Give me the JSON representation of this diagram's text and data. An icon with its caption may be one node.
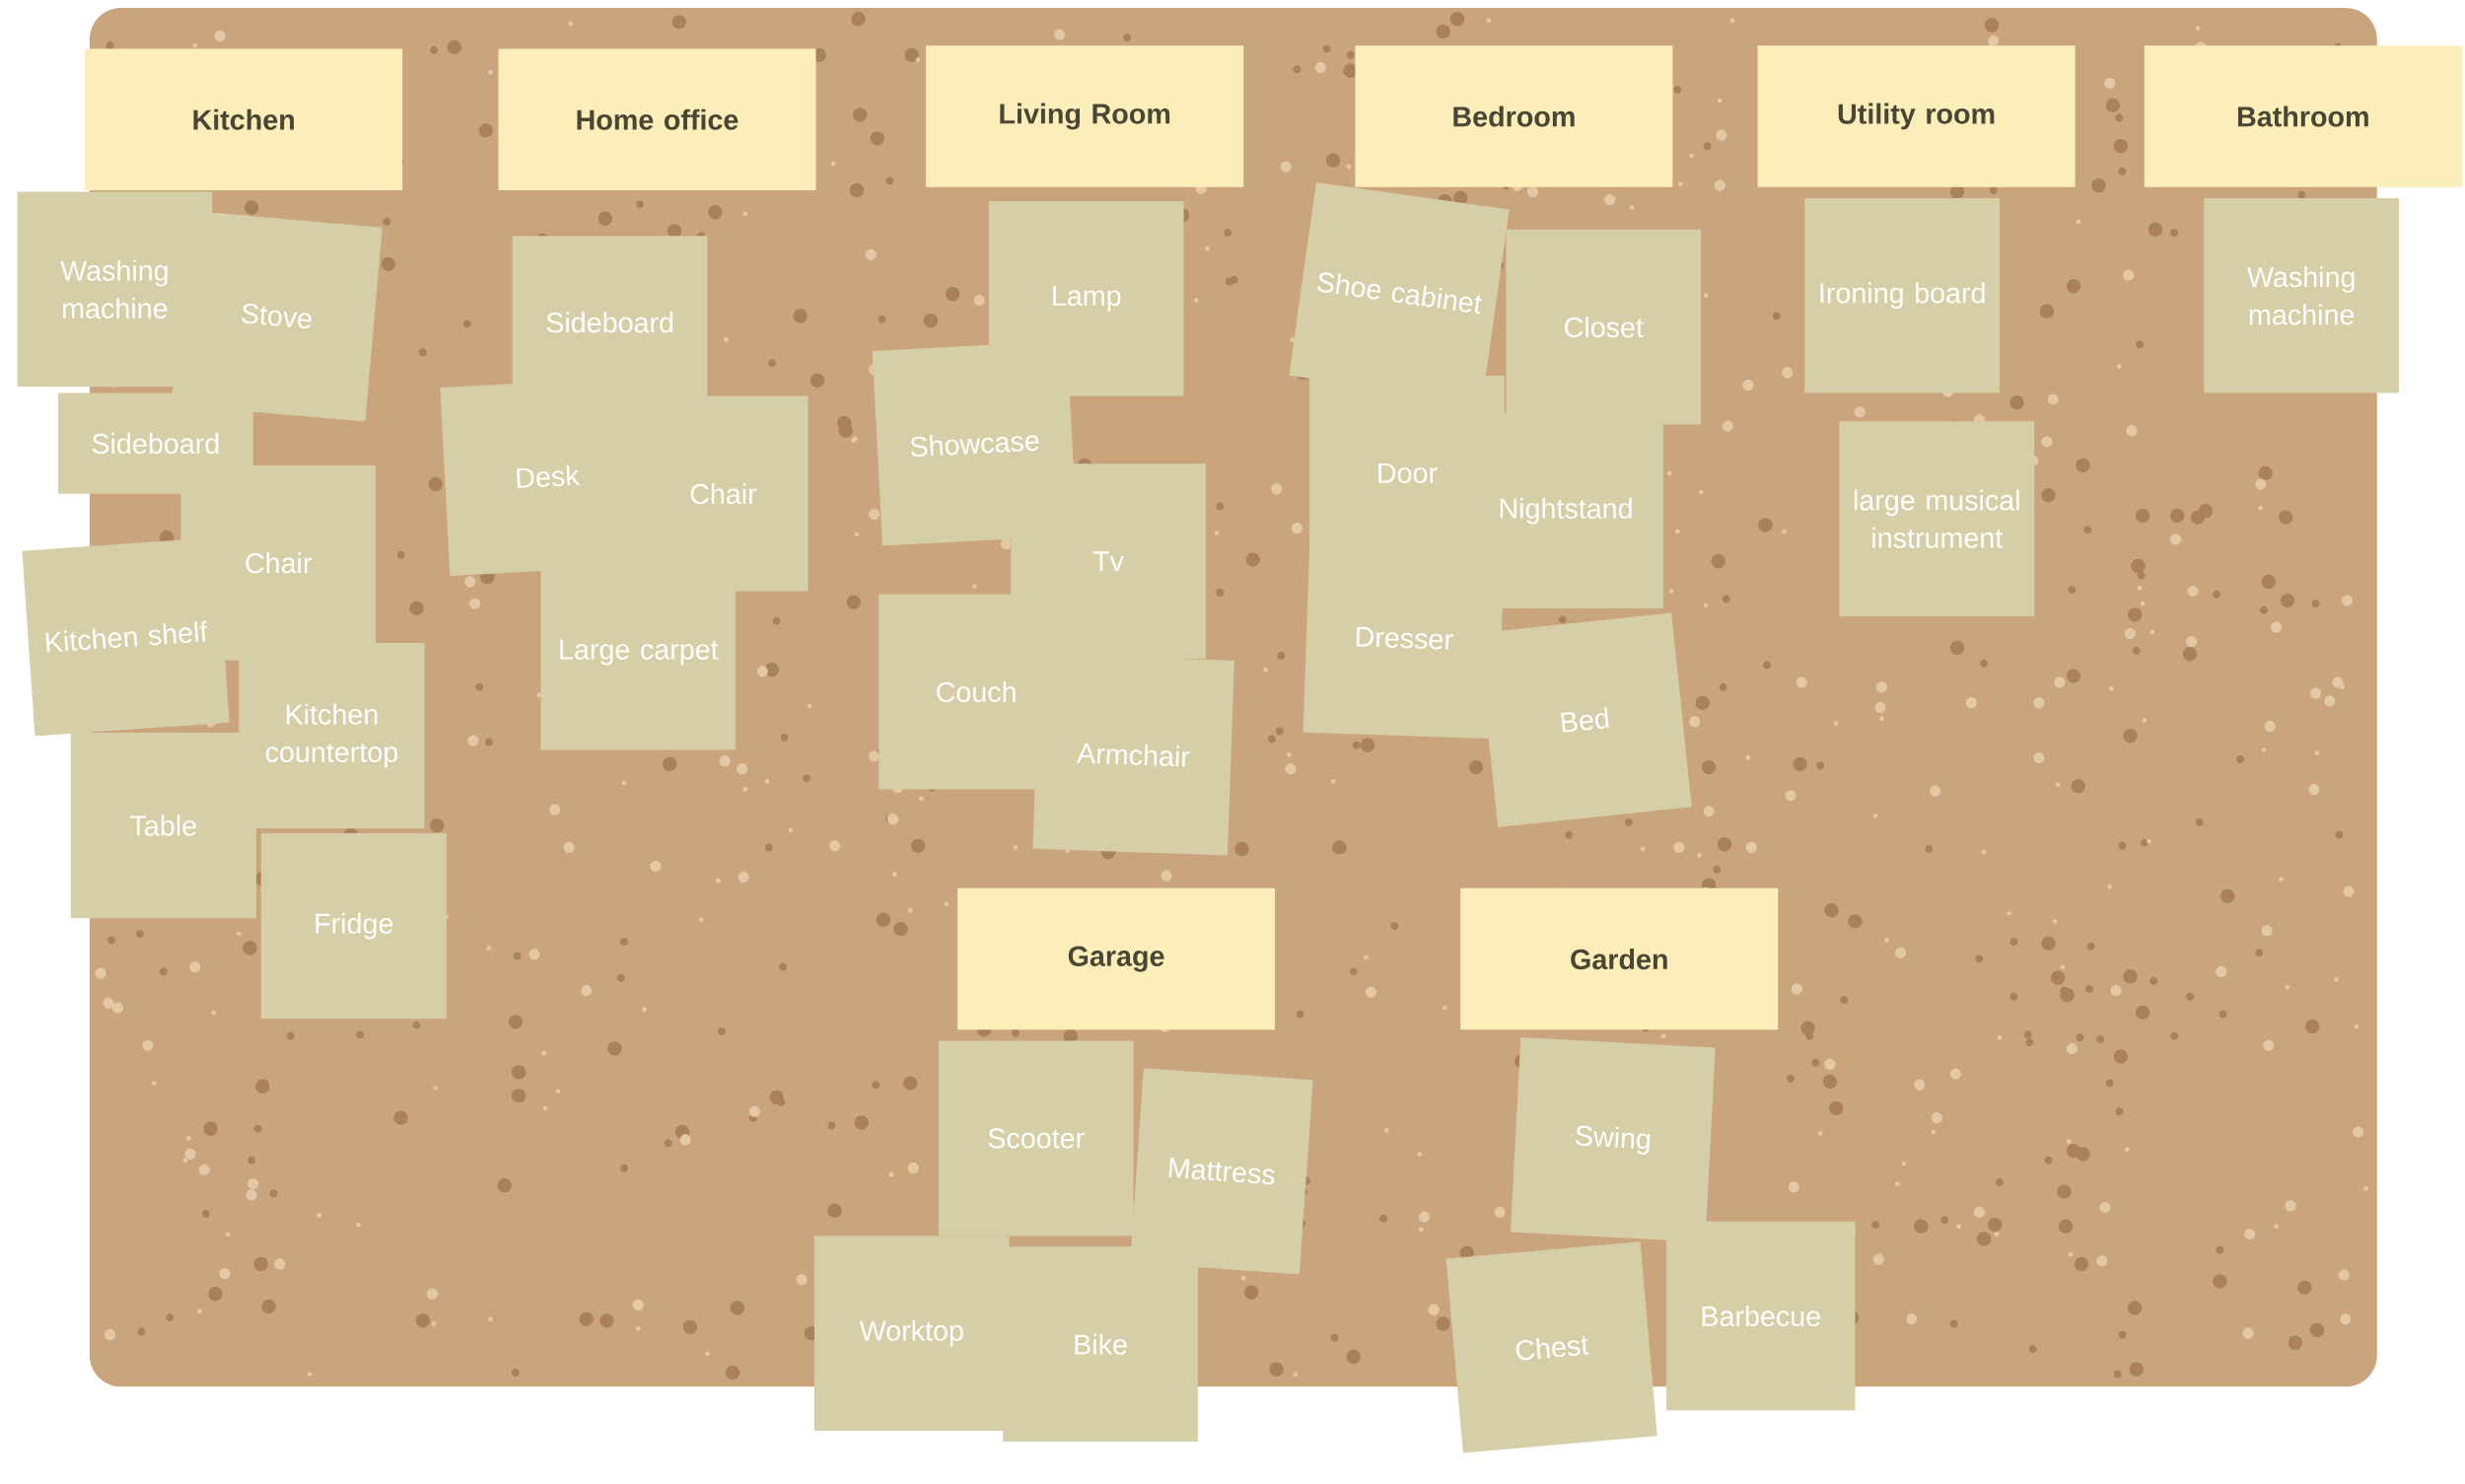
{
  "diagram": {
    "nodes": [
      {
        "text": [
          "Kitchen"
        ]
      },
      {
        "text": [
          "Home office"
        ]
      },
      {
        "text": [
          "Living Room"
        ]
      },
      {
        "text": [
          "Bedroom"
        ]
      },
      {
        "text": [
          "Utility room"
        ]
      },
      {
        "text": [
          "Bathroom"
        ]
      },
      {
        "text": [
          "Washing machine"
        ]
      },
      {
        "text": [
          "Stove"
        ]
      },
      {
        "text": [
          "Sideboard"
        ]
      },
      {
        "text": [
          "Chair"
        ]
      },
      {
        "text": [
          "Kitchen shelf"
        ]
      },
      {
        "text": [
          "Kitchen countertop"
        ]
      },
      {
        "text": [
          "Table"
        ]
      },
      {
        "text": [
          "Fridge"
        ]
      },
      {
        "text": [
          "Sideboard"
        ]
      },
      {
        "text": [
          "Desk"
        ]
      },
      {
        "text": [
          "Chair"
        ]
      },
      {
        "text": [
          "Large carpet"
        ]
      },
      {
        "text": [
          "Lamp"
        ]
      },
      {
        "text": [
          "Showcase"
        ]
      },
      {
        "text": [
          "Tv"
        ]
      },
      {
        "text": [
          "Couch"
        ]
      },
      {
        "text": [
          "Armchair"
        ]
      },
      {
        "text": [
          "Shoe cabinet"
        ]
      },
      {
        "text": [
          "Closet"
        ]
      },
      {
        "text": [
          "Door"
        ]
      },
      {
        "text": [
          "Nightstand"
        ]
      },
      {
        "text": [
          "Dresser"
        ]
      },
      {
        "text": [
          "Bed"
        ]
      },
      {
        "text": [
          "Ironing board"
        ]
      },
      {
        "text": [
          "large musical instrument"
        ]
      },
      {
        "text": [
          "Washing machine"
        ]
      },
      {
        "text": [
          "Garage"
        ]
      },
      {
        "text": [
          "Garden"
        ]
      },
      {
        "text": [
          "Scooter"
        ]
      },
      {
        "text": [
          "Mattress"
        ]
      },
      {
        "text": [
          "Worktop"
        ]
      },
      {
        "text": [
          "Bike"
        ]
      },
      {
        "text": [
          "Swing"
        ]
      },
      {
        "text": [
          "Chest"
        ]
      },
      {
        "text": [
          "Barbecue"
        ]
      }
    ]
  }
}
